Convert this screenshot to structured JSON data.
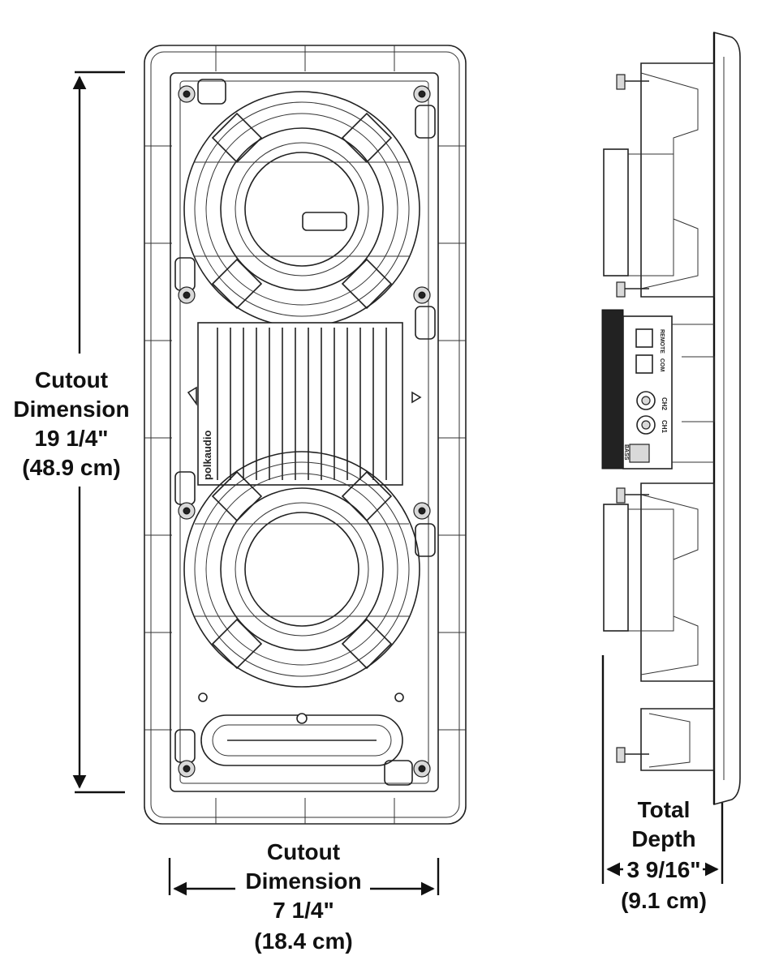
{
  "height_dimension": {
    "line1": "Cutout",
    "line2": "Dimension",
    "line3": "19 1/4\"",
    "line4": "(48.9 cm)"
  },
  "width_dimension": {
    "line1": "Cutout",
    "line2": "Dimension",
    "line3": "7 1/4\"",
    "line4": "(18.4 cm)"
  },
  "depth_dimension": {
    "line1": "Total",
    "line2": "Depth",
    "line3": "3 9/16\"",
    "line4": "(9.1 cm)"
  },
  "brand_label": "polkaudio",
  "side_labels": {
    "ch1": "CH1",
    "ch2": "CH2",
    "remote": "REMOTE",
    "com": "COM",
    "bass": "BASS"
  }
}
